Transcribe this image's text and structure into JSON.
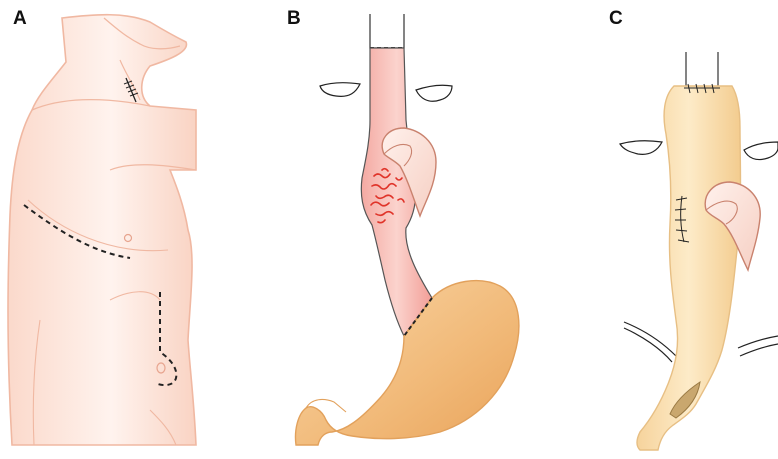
{
  "panels": [
    {
      "id": "a",
      "label": "A"
    },
    {
      "id": "b",
      "label": "B"
    },
    {
      "id": "c",
      "label": "C"
    }
  ],
  "colors": {
    "skin_fill": "#fde6dc",
    "skin_stroke": "#f0b8a2",
    "incision": "#222222",
    "esophagus_fill": "#f6b3ad",
    "esophagus_stroke": "#555555",
    "tumor": "#e0342a",
    "stomach_fill": "#f3c28a",
    "stomach_stroke": "#e2a15c",
    "conduit_fill": "#fbe0b0",
    "conduit_stroke": "#e7bf84",
    "lung_fill": "#fbe5dc",
    "lung_stroke": "#c9826e"
  }
}
